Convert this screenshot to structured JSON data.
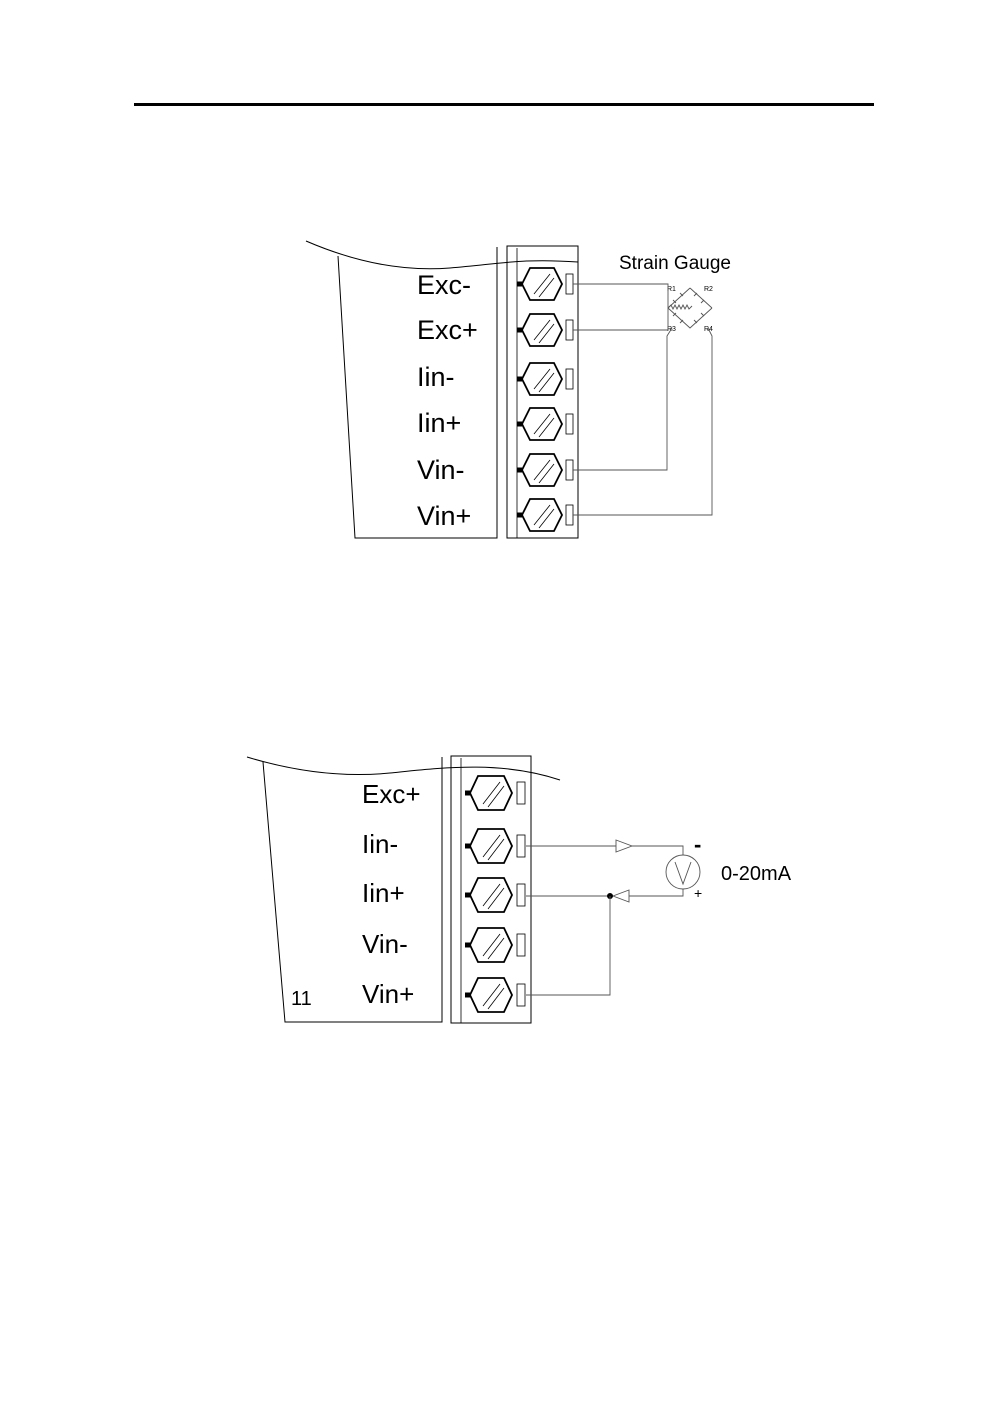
{
  "diagram1": {
    "title": "Strain Gauge",
    "terminals": [
      "Exc-",
      "Exc+",
      "Iin-",
      "Iin+",
      "Vin-",
      "Vin+"
    ],
    "resistors": [
      "R1",
      "R2",
      "R3",
      "R4"
    ]
  },
  "diagram2": {
    "terminals": [
      "Exc+",
      "Iin-",
      "Iin+",
      "Vin-",
      "Vin+"
    ],
    "source_label": "0-20mA",
    "source_minus": "-",
    "source_plus": "+",
    "corner_number": "11"
  }
}
